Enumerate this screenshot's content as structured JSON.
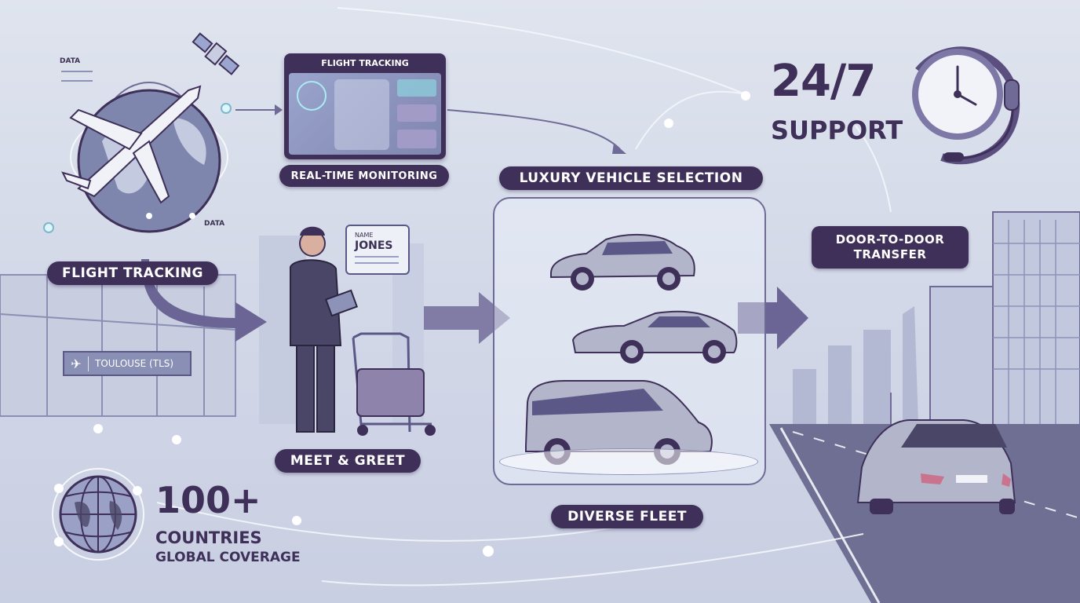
{
  "flight_tracking_globe": {
    "label": "FLIGHT TRACKING",
    "data_tag_1": "DATA",
    "data_tag_2": "DATA"
  },
  "monitor_panel": {
    "title": "FLIGHT TRACKING",
    "caption": "REAL-TIME MONITORING"
  },
  "support": {
    "headline": "24/7",
    "subline": "SUPPORT"
  },
  "airport_sign": {
    "text": "TOULOUSE (TLS)"
  },
  "meet_greet": {
    "sign_label": "NAME",
    "sign_name": "JONES",
    "caption": "MEET & GREET"
  },
  "fleet": {
    "title": "LUXURY VEHICLE SELECTION",
    "caption": "DIVERSE FLEET",
    "vehicles": [
      "sedan",
      "sports-car",
      "van"
    ]
  },
  "transfer": {
    "label_line1": "DOOR-TO-DOOR",
    "label_line2": "TRANSFER"
  },
  "coverage": {
    "number": "100+",
    "line1": "COUNTRIES",
    "line2": "GLOBAL COVERAGE"
  },
  "colors": {
    "primary": "#3e3058",
    "accent": "#6f6b96",
    "background": "#d8deea"
  }
}
